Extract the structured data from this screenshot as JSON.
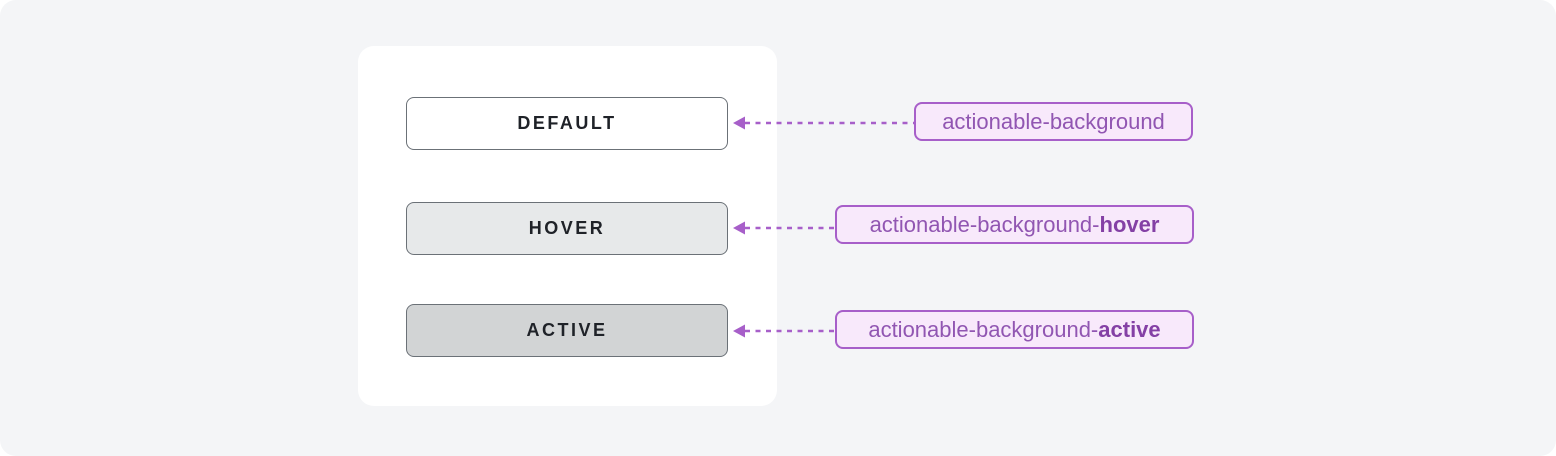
{
  "page": {
    "background": "#ffffff",
    "canvas_background": "#f4f5f7",
    "panel_background": "#ffffff"
  },
  "states": [
    {
      "label": "DEFAULT",
      "token": "actionable-background",
      "token_base": "actionable-background",
      "token_modifier": "",
      "swatch": "#ffffff"
    },
    {
      "label": "HOVER",
      "token": "actionable-background-hover",
      "token_base": "actionable-background-",
      "token_modifier": "hover",
      "swatch": "#e7e9ea"
    },
    {
      "label": "ACTIVE",
      "token": "actionable-background-active",
      "token_base": "actionable-background-",
      "token_modifier": "active",
      "swatch": "#d2d4d5"
    }
  ],
  "colors": {
    "accent_purple": "#a75fc9",
    "badge_background": "#f8e9fb",
    "badge_border": "#a75fc9",
    "badge_text": "#9156b2",
    "badge_text_bold": "#8440a5",
    "button_border": "#6b7177",
    "button_text": "#1f2228"
  }
}
